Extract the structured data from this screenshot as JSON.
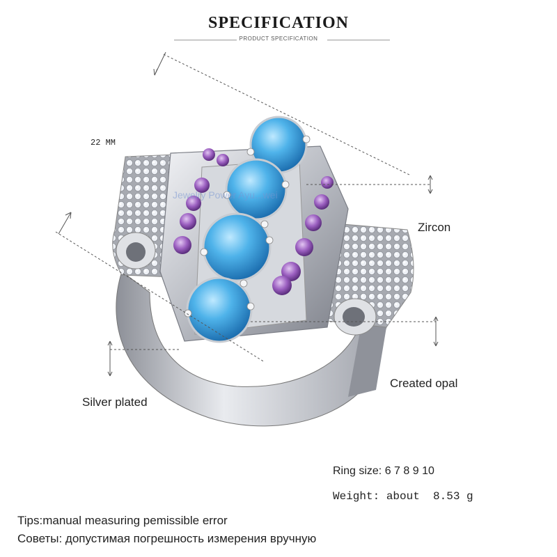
{
  "header": {
    "title": "SPECIFICATION",
    "subtitle": "PRODUCT SPECIFICATION"
  },
  "dimensions": {
    "width": "22 MM"
  },
  "callouts": {
    "zircon": "Zircon",
    "created_opal": "Created opal",
    "silver_plated": "Silver plated"
  },
  "specs": {
    "ring_size": "Ring size: 6 7 8 9 10",
    "weight": "Weight: about  8.53 g"
  },
  "tips": {
    "english": "Tips:manual measuring pemissible error",
    "russian": "Советы: допустимая погрешность измерения вручную"
  },
  "watermark": "Jewelry Power Ayu...wei",
  "colors": {
    "opal": "#4fb3ea",
    "amethyst_zircon": "#9b5fc0",
    "silver": "#c9ccd2",
    "clear_zircon": "#eef1f6"
  }
}
